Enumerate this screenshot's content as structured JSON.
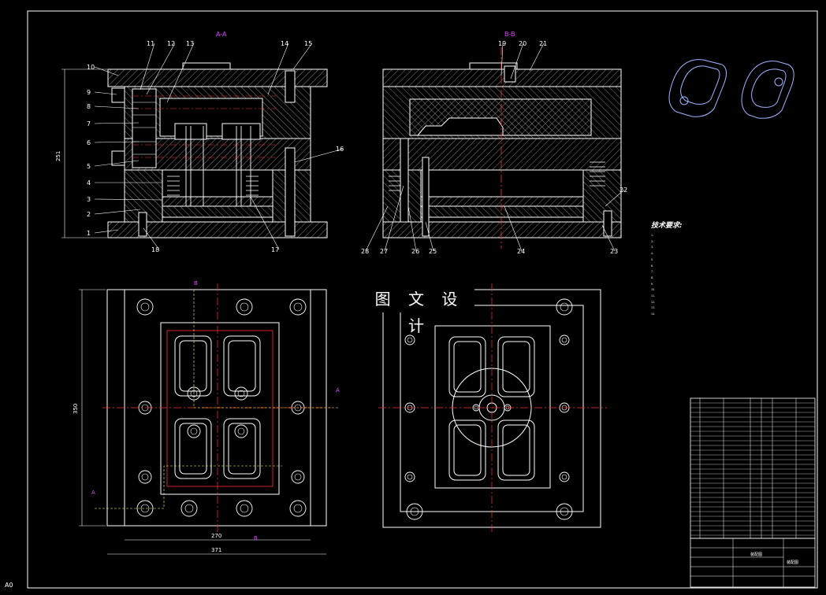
{
  "drawing": {
    "section_labels": [
      "A-A",
      "B-B"
    ],
    "part_numbers_left": [
      "1",
      "2",
      "3",
      "4",
      "5",
      "6",
      "7",
      "8",
      "9",
      "10",
      "11",
      "12",
      "13",
      "14",
      "15",
      "16",
      "17",
      "18"
    ],
    "part_numbers_right": [
      "19",
      "20",
      "21",
      "22",
      "23",
      "24",
      "25",
      "26",
      "27",
      "28"
    ],
    "dimensions": {
      "height_251": "251",
      "height_350": "350",
      "width_270": "270",
      "width_371": "371"
    },
    "cut_markers": [
      "B",
      "B",
      "A",
      "A"
    ],
    "corner_mark": "A0",
    "watermark": "图 文 设 计",
    "notes_title": "技术要求:",
    "notes": [
      "1.",
      "2.",
      "3.",
      "4.",
      "5.",
      "6.",
      "7.",
      "8.",
      "9.",
      "10.",
      "11.",
      "12.",
      "13.",
      "14."
    ],
    "title_block": {
      "sheet_name": "装配图",
      "label_a": "装配图"
    },
    "colors": {
      "background": "#000000",
      "line": "#ffffff",
      "hatch": "#c8c8c8",
      "center": "#ff3030",
      "accent": "#e040ff",
      "dim": "#ffff66"
    }
  }
}
